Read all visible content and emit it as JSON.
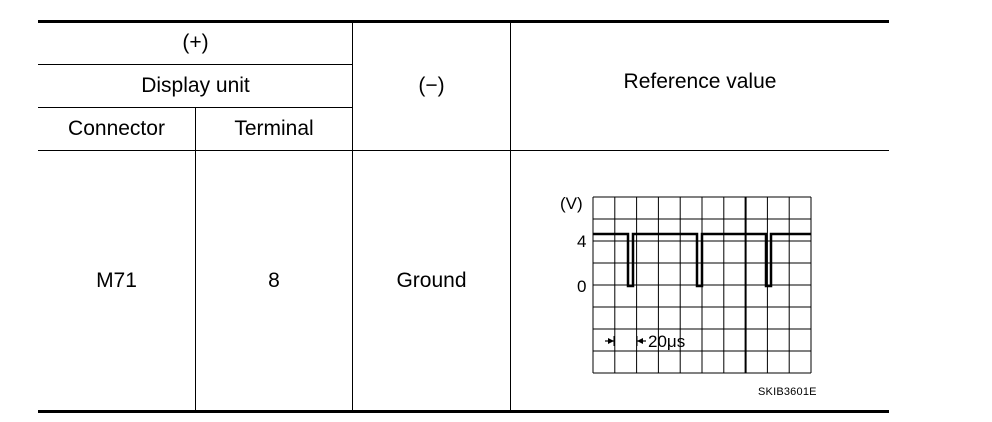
{
  "table": {
    "header": {
      "plus": "(+)",
      "display_unit": "Display unit",
      "connector": "Connector",
      "terminal": "Terminal",
      "minus": "(−)",
      "reference": "Reference value"
    },
    "row": {
      "connector": "M71",
      "terminal": "8",
      "minus": "Ground"
    }
  },
  "waveform": {
    "y_unit": "(V)",
    "y_ticks": [
      "4",
      "0"
    ],
    "time_div": "20μs",
    "levels": {
      "high_v": 4,
      "low_v": 0
    },
    "code": "SKIB3601E"
  }
}
